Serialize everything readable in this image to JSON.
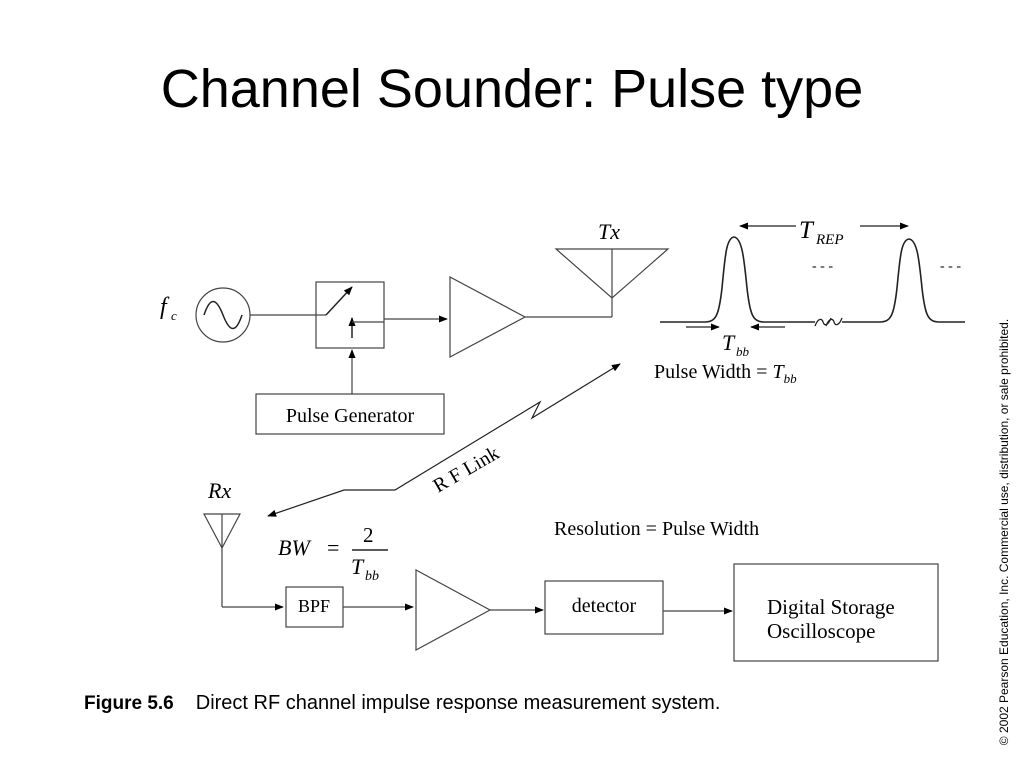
{
  "title": "Channel Sounder: Pulse type",
  "copyright": "© 2002 Pearson Education, Inc. Commercial use, distribution, or sale prohibited.",
  "caption": {
    "label": "Figure 5.6",
    "text": "Direct RF channel impulse response measurement system."
  },
  "diagram": {
    "fc_symbol": "f",
    "fc_subscript": "c",
    "tx_label": "Tx",
    "rx_label": "Rx",
    "pulse_generator": "Pulse Generator",
    "rf_link": "R F Link",
    "bpf": "BPF",
    "detector": "detector",
    "dso_line1": "Digital Storage",
    "dso_line2": "Oscilloscope",
    "bw_label": "BW",
    "bw_equals": "=",
    "bw_numerator": "2",
    "bw_T": "T",
    "bw_sub": "bb",
    "trep_T": "T",
    "trep_sub": "REP",
    "tbb_T": "T",
    "tbb_sub": "bb",
    "dots": "- - -",
    "pulse_width_text": "Pulse Width = ",
    "pulse_width_T": "T",
    "pulse_width_sub": "bb",
    "resolution": "Resolution = Pulse Width"
  }
}
